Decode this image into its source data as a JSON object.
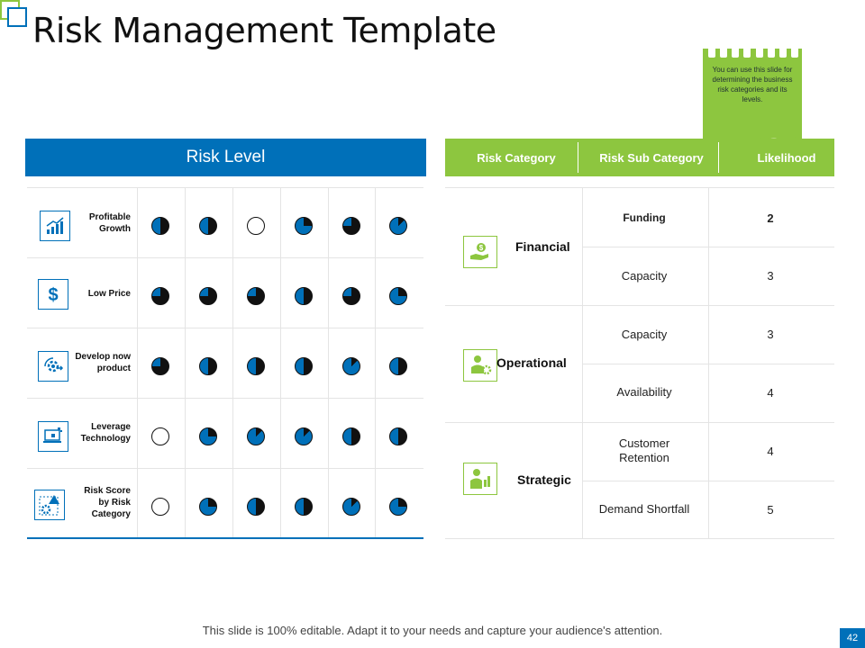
{
  "title": "Risk Management Template",
  "note": "You can use this slide for determining the business risk categories and its levels.",
  "risk_level": {
    "header": "Risk Level",
    "rows": [
      {
        "label": "Profitable Growth",
        "icon": "growth-chart-icon",
        "fills": [
          0.5,
          0.5,
          0,
          0.25,
          0.75,
          0.125
        ]
      },
      {
        "label": "Low Price",
        "icon": "dollar-icon",
        "fills": [
          0.75,
          0.75,
          0.75,
          0.5,
          0.75,
          0.25
        ]
      },
      {
        "label": "Develop now product",
        "icon": "gear-arrows-icon",
        "fills": [
          0.75,
          0.5,
          0.5,
          0.5,
          0.125,
          0.5
        ]
      },
      {
        "label": "Leverage Technology",
        "icon": "laptop-icon",
        "fills": [
          0,
          0.25,
          0.125,
          0.125,
          0.5,
          0.5
        ]
      },
      {
        "label": "Risk Score by Risk Category",
        "icon": "warning-gear-icon",
        "fills": [
          0,
          0.25,
          0.5,
          0.5,
          0.125,
          0.25
        ]
      }
    ]
  },
  "risk_table": {
    "headers": [
      "Risk Category",
      "Risk Sub Category",
      "Likelihood"
    ],
    "categories": [
      {
        "name": "Financial",
        "icon": "money-hand-icon",
        "items": [
          {
            "sub": "Funding",
            "likelihood": "2",
            "bold": true
          },
          {
            "sub": "Capacity",
            "likelihood": "3"
          }
        ]
      },
      {
        "name": "Operational",
        "icon": "worker-gear-icon",
        "items": [
          {
            "sub": "Capacity",
            "likelihood": "3"
          },
          {
            "sub": "Availability",
            "likelihood": "4"
          }
        ]
      },
      {
        "name": "Strategic",
        "icon": "person-chart-icon",
        "items": [
          {
            "sub": "Customer Retention",
            "likelihood": "4"
          },
          {
            "sub": "Demand Shortfall",
            "likelihood": "5"
          }
        ]
      }
    ]
  },
  "colors": {
    "blue": "#0070b9",
    "green": "#8dc63f"
  },
  "footer": "This slide is 100% editable. Adapt it to your needs and capture your audience's attention.",
  "page_number": "42"
}
